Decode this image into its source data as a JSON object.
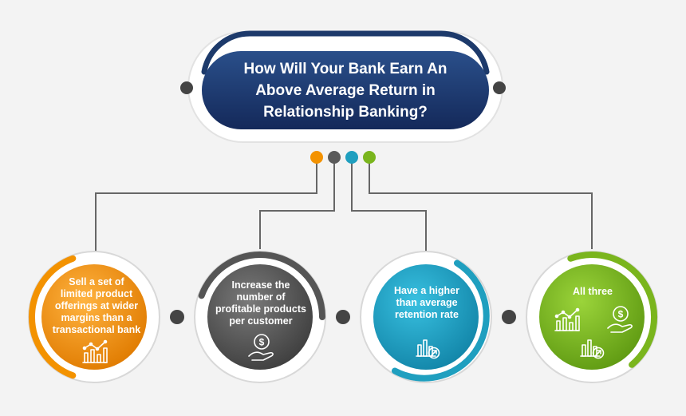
{
  "title": {
    "lines": [
      "How Will Your Bank Earn An",
      "Above Average Return in",
      "Relationship Banking?"
    ]
  },
  "options": [
    {
      "lines": [
        "Sell a set of",
        "limited product",
        "offerings at wider",
        "margins than a",
        "transactional bank"
      ],
      "color": "#f39200",
      "icons": [
        "growth-chart-icon"
      ]
    },
    {
      "lines": [
        "Increase the",
        "number of",
        "profitable products",
        "per customer"
      ],
      "color": "#555555",
      "icons": [
        "money-hand-icon"
      ]
    },
    {
      "lines": [
        "Have a higher",
        "than average",
        "retention rate"
      ],
      "color": "#1f9fbf",
      "icons": [
        "bar-arrow-icon"
      ]
    },
    {
      "lines": [
        "All three"
      ],
      "color": "#7ab51d",
      "icons": [
        "growth-chart-icon",
        "money-hand-icon",
        "bar-arrow-icon"
      ]
    }
  ],
  "colors": {
    "title_bg": "#1d3a6b",
    "connector": "#666666",
    "dot_dark": "#444444"
  }
}
